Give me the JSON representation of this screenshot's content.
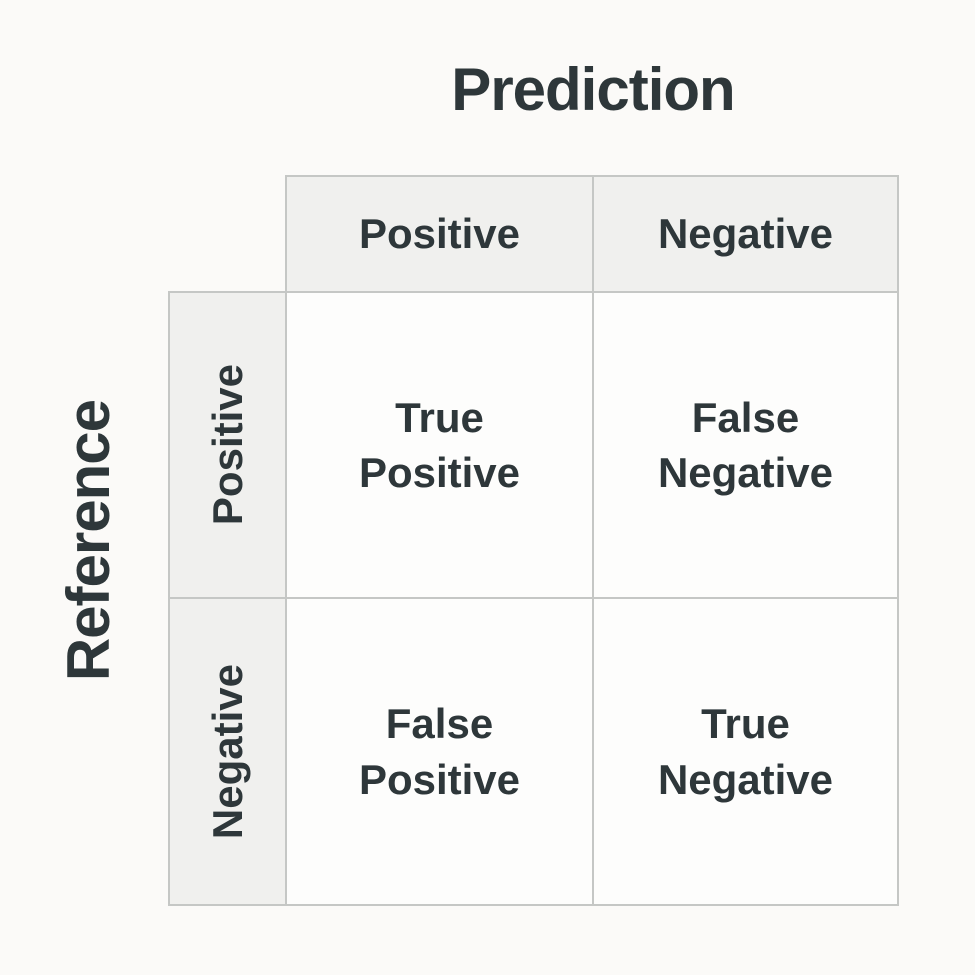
{
  "axes": {
    "prediction_label": "Prediction",
    "reference_label": "Reference"
  },
  "matrix": {
    "col_headers": [
      "Positive",
      "Negative"
    ],
    "row_headers": [
      "Positive",
      "Negative"
    ],
    "cells": [
      [
        {
          "line1": "True",
          "line2": "Positive"
        },
        {
          "line1": "False",
          "line2": "Negative"
        }
      ],
      [
        {
          "line1": "False",
          "line2": "Positive"
        },
        {
          "line1": "True",
          "line2": "Negative"
        }
      ]
    ]
  },
  "colors": {
    "background": "#fbfaf8",
    "header_bg": "#f0f0ee",
    "cell_bg": "#fdfdfc",
    "border": "#c5c7c5",
    "text": "#2e373a"
  }
}
